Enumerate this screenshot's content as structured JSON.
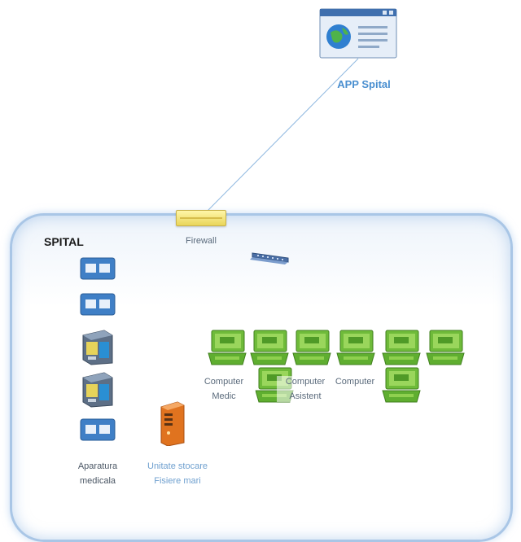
{
  "app": {
    "label": "APP Spital",
    "icon": "globe-window-icon"
  },
  "zone": {
    "title": "SPITAL"
  },
  "firewall": {
    "label": "Firewall"
  },
  "switch": {
    "icon": "network-switch-icon"
  },
  "medical_devices": {
    "label_line1": "Aparatura",
    "label_line2": "medicala",
    "items": [
      "medical-panel",
      "medical-panel",
      "medical-unit",
      "medical-unit",
      "medical-panel"
    ]
  },
  "storage": {
    "label_line1": "Unitate stocare",
    "label_line2": "Fisiere mari",
    "icon": "server-tower-icon"
  },
  "computers": {
    "label_medic_line1": "Computer",
    "label_medic_line2": "Medic",
    "label_asistent_line1": "Computer",
    "label_asistent_line2": "Asistent",
    "label_third": "Computer"
  },
  "colors": {
    "link": "#8fb8e0",
    "zone_border": "#a9c6e6",
    "pc_green": "#7cc242",
    "server_orange": "#f0842c",
    "firewall_yellow": "#f3e07a"
  }
}
